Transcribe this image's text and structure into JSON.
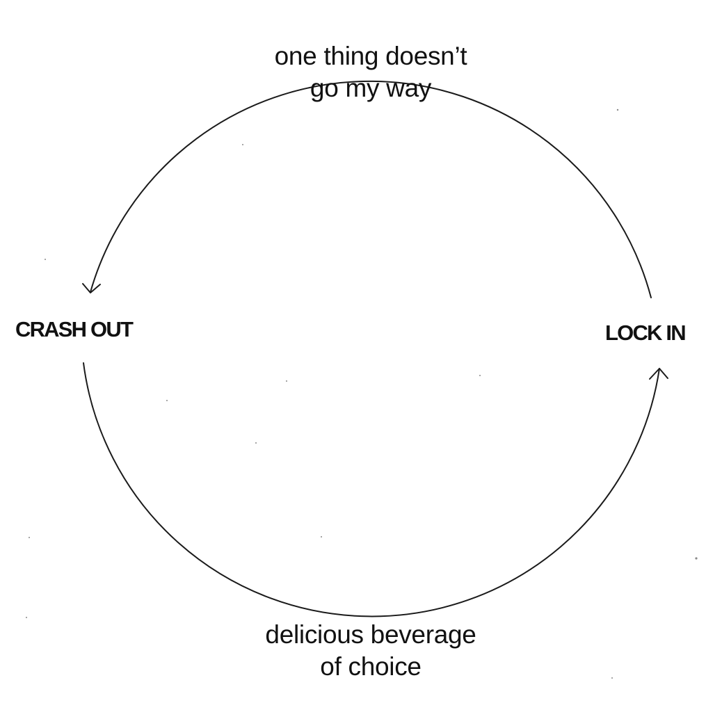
{
  "nodes": {
    "left": "CRASH OUT",
    "right": "LOCK IN"
  },
  "edges": {
    "top": {
      "line1": "one thing doesn’t",
      "line2": "go my way"
    },
    "bottom": {
      "line1": "delicious beverage",
      "line2": "of choice"
    }
  },
  "colors": {
    "background": "#ffffff",
    "ink": "#1a1a1a"
  }
}
